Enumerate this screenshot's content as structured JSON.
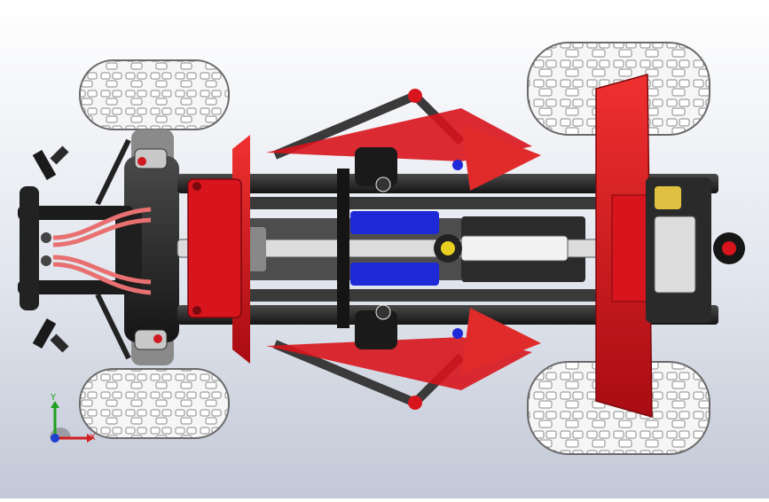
{
  "viewport": {
    "model": "lego-technic-buggy",
    "view": "top",
    "background_top": "#ffffff",
    "background_bottom": "#c2c8d6"
  },
  "colors": {
    "chassis_red": "#d8141c",
    "chassis_red_dark": "#8e0a10",
    "beam_black": "#2a2a2a",
    "beam_gray": "#5a5a5a",
    "tire_white": "#f4f4f4",
    "tire_outline": "#707070",
    "blue_part": "#1e2ad8",
    "axis_x": "#d02020",
    "axis_y": "#20a020",
    "axis_z": "#2040d0"
  },
  "triad": {
    "x_label": "X",
    "y_label": "Y",
    "x_icon": "axis-x-arrow",
    "y_icon": "axis-y-arrow",
    "z_icon": "axis-z-dot"
  }
}
